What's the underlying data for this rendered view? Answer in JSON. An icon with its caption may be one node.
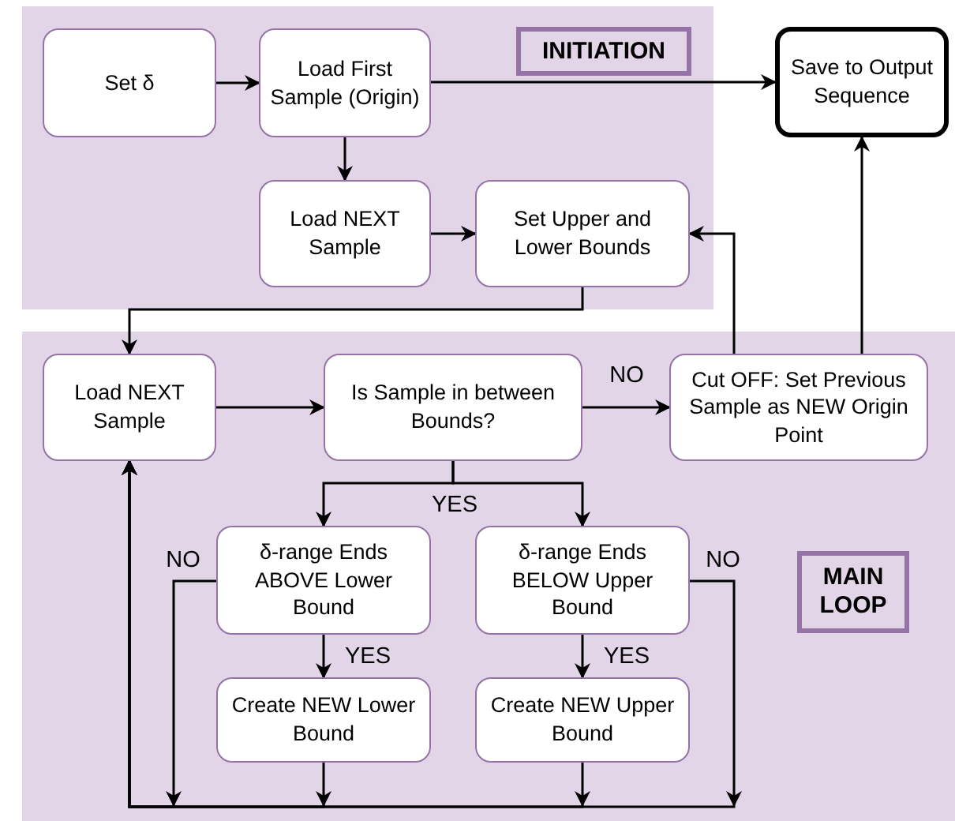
{
  "diagram": {
    "nodes": [
      {
        "text": [
          "INITIATION"
        ]
      },
      {
        "text": [
          "Set δ"
        ],
        "in": 0
      },
      {
        "text": [
          "Load First Sample (Origin)"
        ],
        "in": 0
      },
      {
        "text": [
          "Load NEXT Sample"
        ],
        "in": 0
      },
      {
        "text": [
          "Set Upper and Lower Bounds"
        ],
        "in": 0
      },
      {
        "text": [
          "Save to Output Sequence"
        ]
      },
      {
        "text": [
          "MAIN LOOP"
        ]
      },
      {
        "text": [
          "Load NEXT Sample"
        ],
        "in": 6
      },
      {
        "text": [
          "Is Sample in between Bounds?"
        ],
        "in": 6
      },
      {
        "text": [
          "Cut OFF: Set Previous Sample as NEW Origin Point"
        ],
        "in": 6
      },
      {
        "text": [
          "δ-range Ends ABOVE Lower Bound"
        ],
        "in": 6
      },
      {
        "text": [
          "δ-range Ends BELOW Upper Bound"
        ],
        "in": 6
      },
      {
        "text": [
          "Create NEW Lower Bound"
        ],
        "in": 6
      },
      {
        "text": [
          "Create NEW Upper Bound"
        ],
        "in": 6
      }
    ],
    "edges": [
      {
        "from": 1,
        "to": 2,
        "arrow": "to"
      },
      {
        "from": 2,
        "to": 5,
        "arrow": "to"
      },
      {
        "from": 2,
        "to": 3,
        "arrow": "to"
      },
      {
        "from": 3,
        "to": 4,
        "arrow": "to"
      },
      {
        "from": 4,
        "to": 7,
        "arrow": "to"
      },
      {
        "from": 7,
        "to": 8,
        "arrow": "to"
      },
      {
        "from": 8,
        "to": 9,
        "arrow": "to",
        "label": "NO"
      },
      {
        "from": 8,
        "to": 10,
        "arrow": "to",
        "label": "YES"
      },
      {
        "from": 8,
        "to": 11,
        "arrow": "to"
      },
      {
        "from": 9,
        "to": 4,
        "arrow": "to"
      },
      {
        "from": 9,
        "to": 5,
        "arrow": "to"
      },
      {
        "from": 10,
        "to": 12,
        "arrow": "to",
        "label": "YES"
      },
      {
        "from": 11,
        "to": 13,
        "arrow": "to",
        "label": "YES"
      },
      {
        "from": 10,
        "to": 7,
        "arrow": "to",
        "label": "NO"
      },
      {
        "from": 11,
        "to": 7,
        "arrow": "to",
        "label": "NO"
      },
      {
        "from": 12,
        "to": 7,
        "arrow": "to"
      },
      {
        "from": 13,
        "to": 7,
        "arrow": "to"
      }
    ]
  }
}
